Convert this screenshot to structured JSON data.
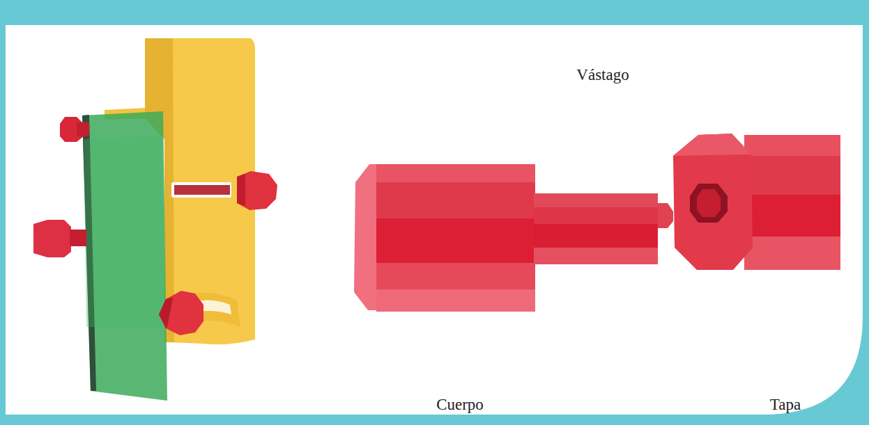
{
  "diagram": {
    "labels": [
      "Vástago",
      "Cuerpo",
      "Tapa"
    ]
  }
}
